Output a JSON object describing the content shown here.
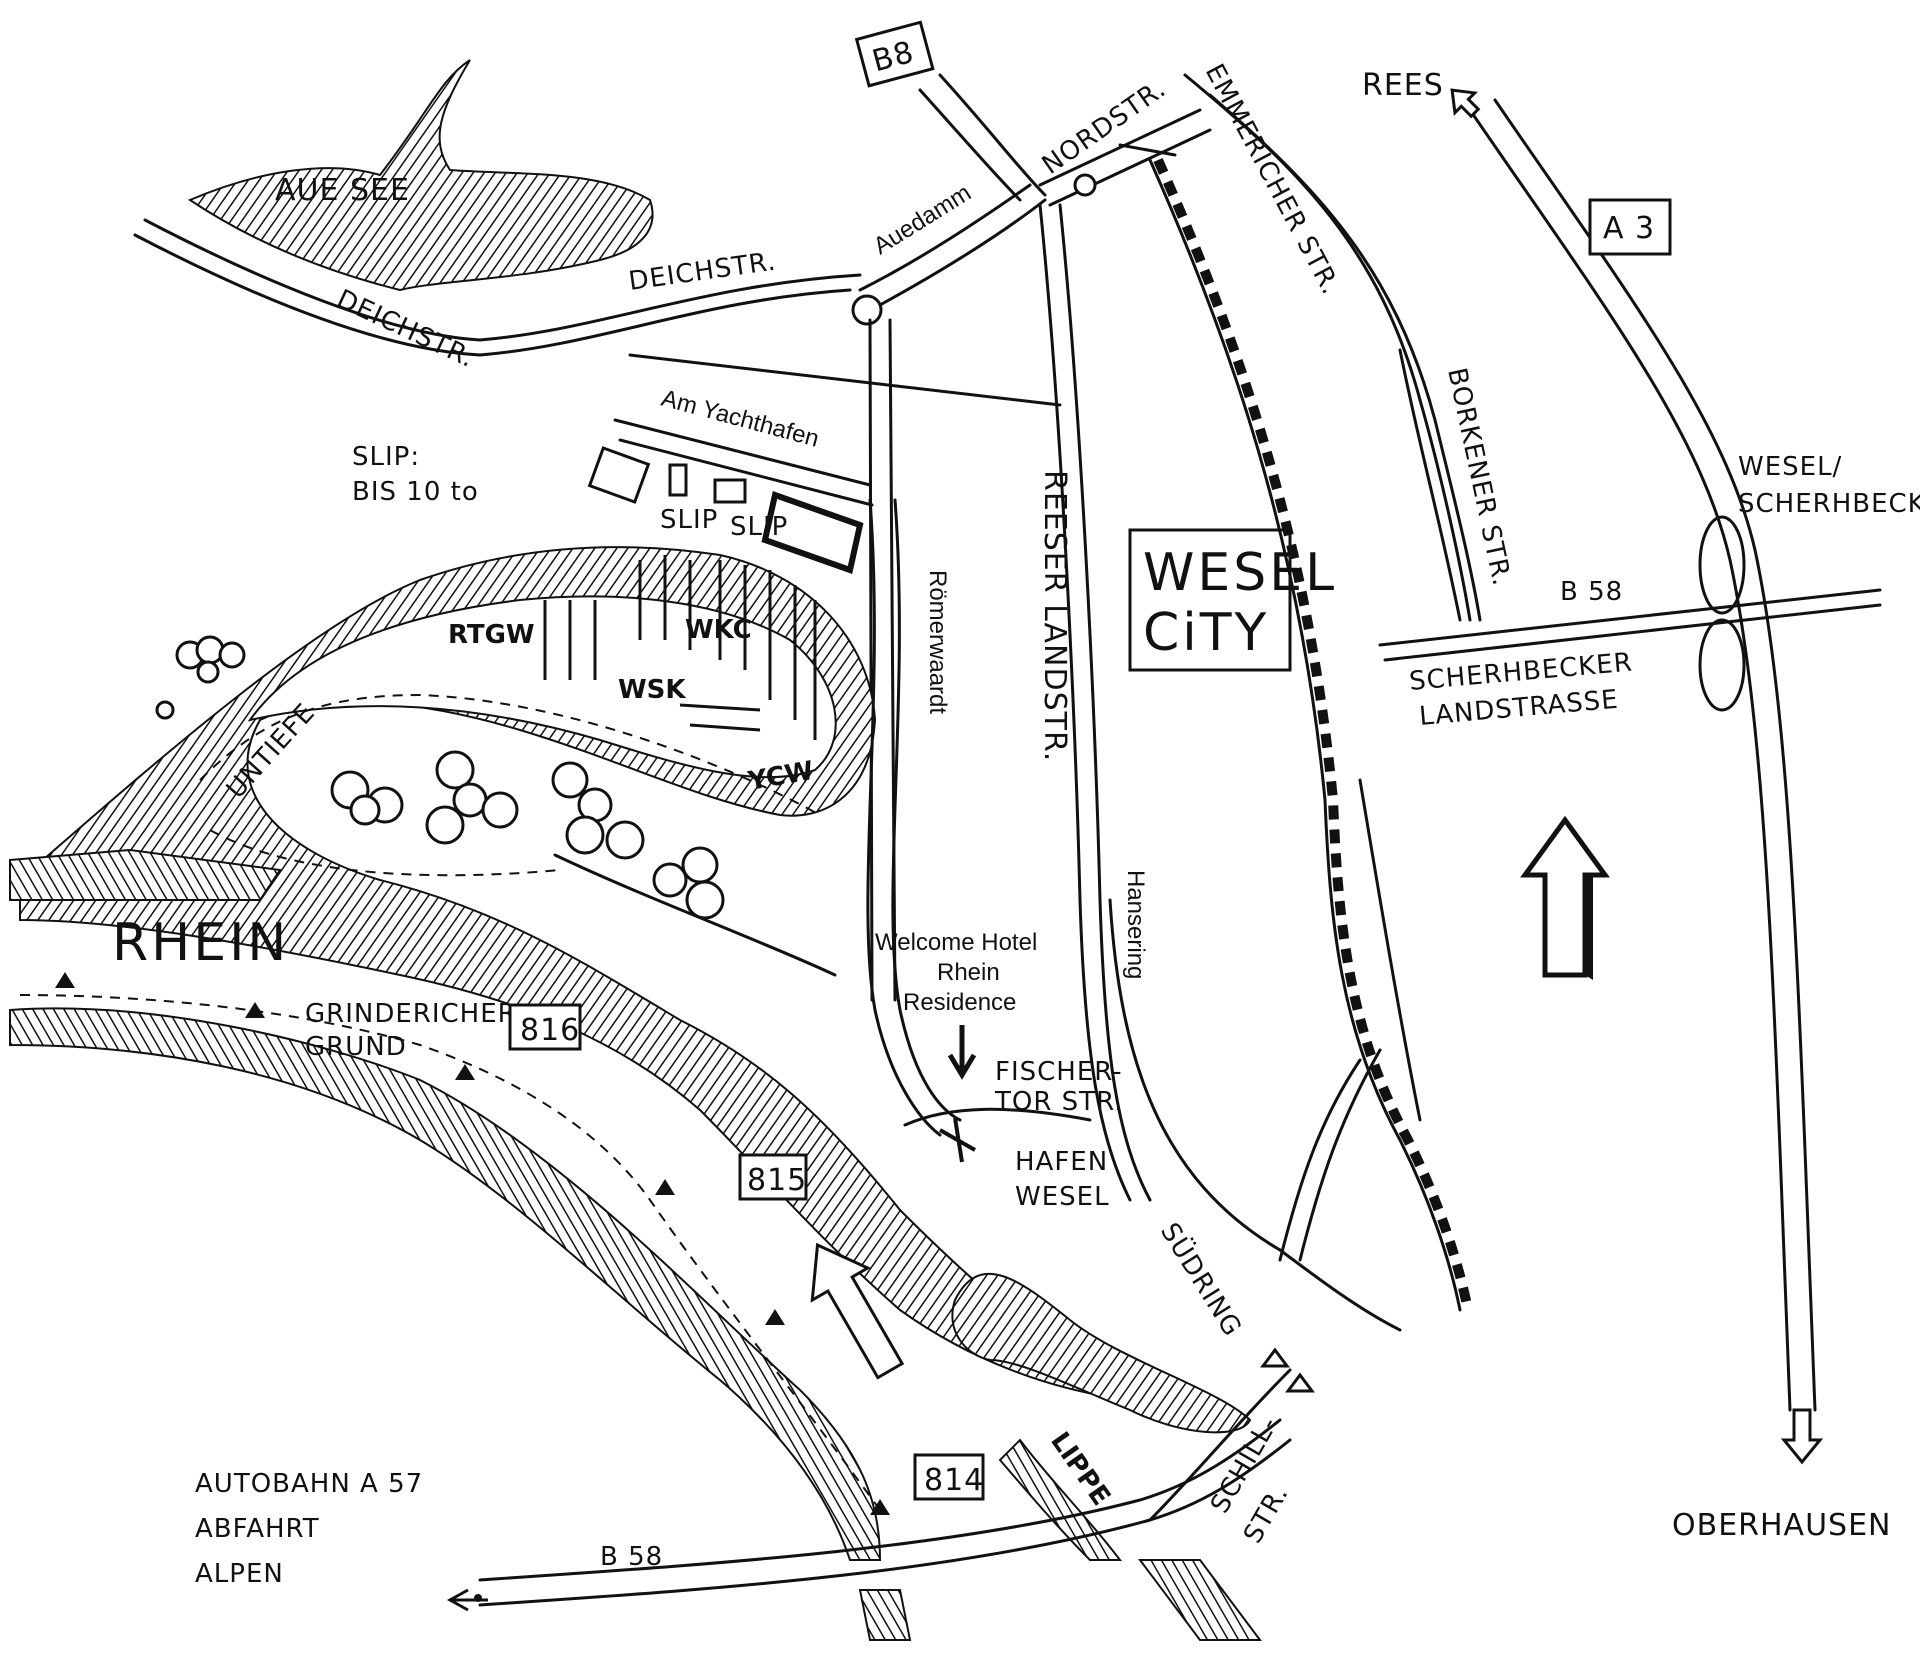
{
  "labels": {
    "auesee": "AUE SEE",
    "deichstr_1": "DEICHSTR.",
    "deichstr_2": "DEICHSTR.",
    "auedamm": "Auedamm",
    "am_yachthafen": "Am Yachthafen",
    "slip_note_1": "SLIP:",
    "slip_note_2": "BIS 10 to",
    "slip_a": "SLIP",
    "slip_b": "SLIP",
    "rtgw": "RTGW",
    "wkc": "WKC",
    "wsk": "WSK",
    "ycw": "YCW",
    "untiefe": "UNTIEFE",
    "rhein": "RHEIN",
    "grindericher_1": "GRINDERICHER",
    "grindericher_2": "GRUND",
    "romerwaardt": "Römerwaardt",
    "reeser_landstr": "REESER LANDSTR.",
    "hansering": "Hansering",
    "wesel_city_1": "WESEL",
    "wesel_city_2": "CiTY",
    "hotel_1": "Welcome Hotel",
    "hotel_2": "Rhein",
    "hotel_3": "Residence",
    "fischertor_1": "FISCHER-",
    "fischertor_2": "TOR STR.",
    "hafen_1": "HAFEN",
    "hafen_2": "WESEL",
    "sudring": "SÜDRING",
    "schillstr_1": "SCHILL-",
    "schillstr_2": "STR.",
    "lippe": "LIPPE",
    "nordstr": "NORDSTR.",
    "emmericher_str": "EMMERICHER STR.",
    "borkener_str": "BORKENER STR.",
    "rees": "REES",
    "a3": "A 3",
    "b8": "B8",
    "wesel_scherhbeck_1": "WESEL/",
    "wesel_scherhbeck_2": "SCHERHBECK",
    "b58_east": "B 58",
    "scherhbecker_1": "SCHERHBECKER",
    "scherhbecker_2": "LANDSTRASSE",
    "oberhausen": "OBERHAUSEN",
    "autobahn_1": "AUTOBAHN  A 57",
    "autobahn_2": "ABFAHRT",
    "autobahn_3": "ALPEN",
    "b58_south": "B 58",
    "km_816": "816",
    "km_815": "815",
    "km_814": "814"
  },
  "colors": {
    "ink": "#111111",
    "paper": "#ffffff"
  }
}
